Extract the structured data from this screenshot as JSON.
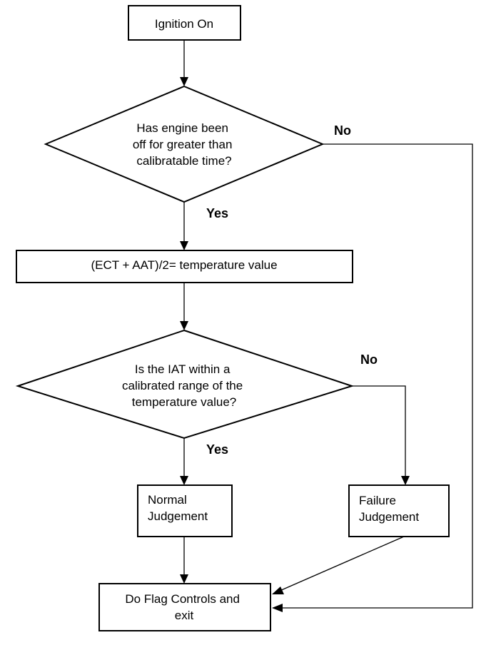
{
  "nodes": {
    "ignition_on": {
      "lines": [
        "Ignition On"
      ]
    },
    "engine_off_decision": {
      "lines": [
        "Has engine been",
        "off for greater than",
        "calibratable time?"
      ]
    },
    "temp_value": {
      "lines": [
        "(ECT + AAT)/2= temperature value"
      ]
    },
    "iat_decision": {
      "lines": [
        "Is the IAT within a",
        "calibrated range of the",
        "temperature value?"
      ]
    },
    "normal_judgement": {
      "lines": [
        "Normal",
        "Judgement"
      ]
    },
    "failure_judgement": {
      "lines": [
        "Failure",
        "Judgement"
      ]
    },
    "flag_controls": {
      "lines": [
        "Do Flag Controls and",
        "exit"
      ]
    }
  },
  "edge_labels": {
    "decision1_no": "No",
    "decision1_yes": "Yes",
    "decision2_no": "No",
    "decision2_yes": "Yes"
  },
  "colors": {
    "stroke": "#000000",
    "background": "#ffffff",
    "text": "#000000"
  }
}
